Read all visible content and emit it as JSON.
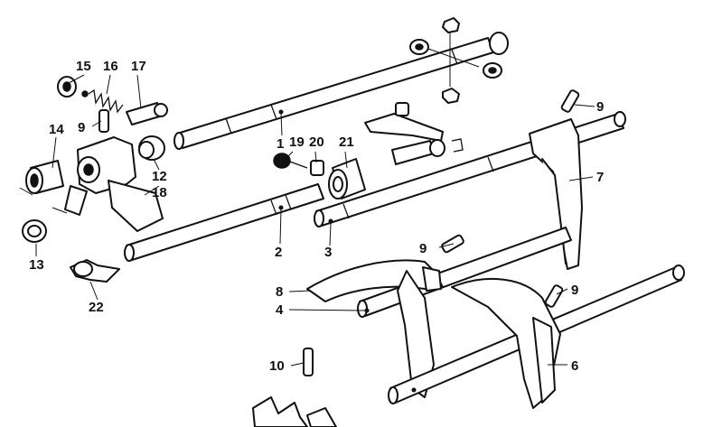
{
  "callouts": [
    {
      "id": "c15",
      "text": "15"
    },
    {
      "id": "c16",
      "text": "16"
    },
    {
      "id": "c17",
      "text": "17"
    },
    {
      "id": "c9a",
      "text": "9"
    },
    {
      "id": "c14",
      "text": "14"
    },
    {
      "id": "c12",
      "text": "12"
    },
    {
      "id": "c18",
      "text": "18"
    },
    {
      "id": "c1",
      "text": "1"
    },
    {
      "id": "c19",
      "text": "19"
    },
    {
      "id": "c20",
      "text": "20"
    },
    {
      "id": "c21",
      "text": "21"
    },
    {
      "id": "c9b",
      "text": "9"
    },
    {
      "id": "c7",
      "text": "7"
    },
    {
      "id": "c13",
      "text": "13"
    },
    {
      "id": "c2",
      "text": "2"
    },
    {
      "id": "c3",
      "text": "3"
    },
    {
      "id": "c9c",
      "text": "9"
    },
    {
      "id": "c22",
      "text": "22"
    },
    {
      "id": "c8",
      "text": "8"
    },
    {
      "id": "c4",
      "text": "4"
    },
    {
      "id": "c9d",
      "text": "9"
    },
    {
      "id": "c10",
      "text": "10"
    },
    {
      "id": "c6",
      "text": "6"
    }
  ]
}
